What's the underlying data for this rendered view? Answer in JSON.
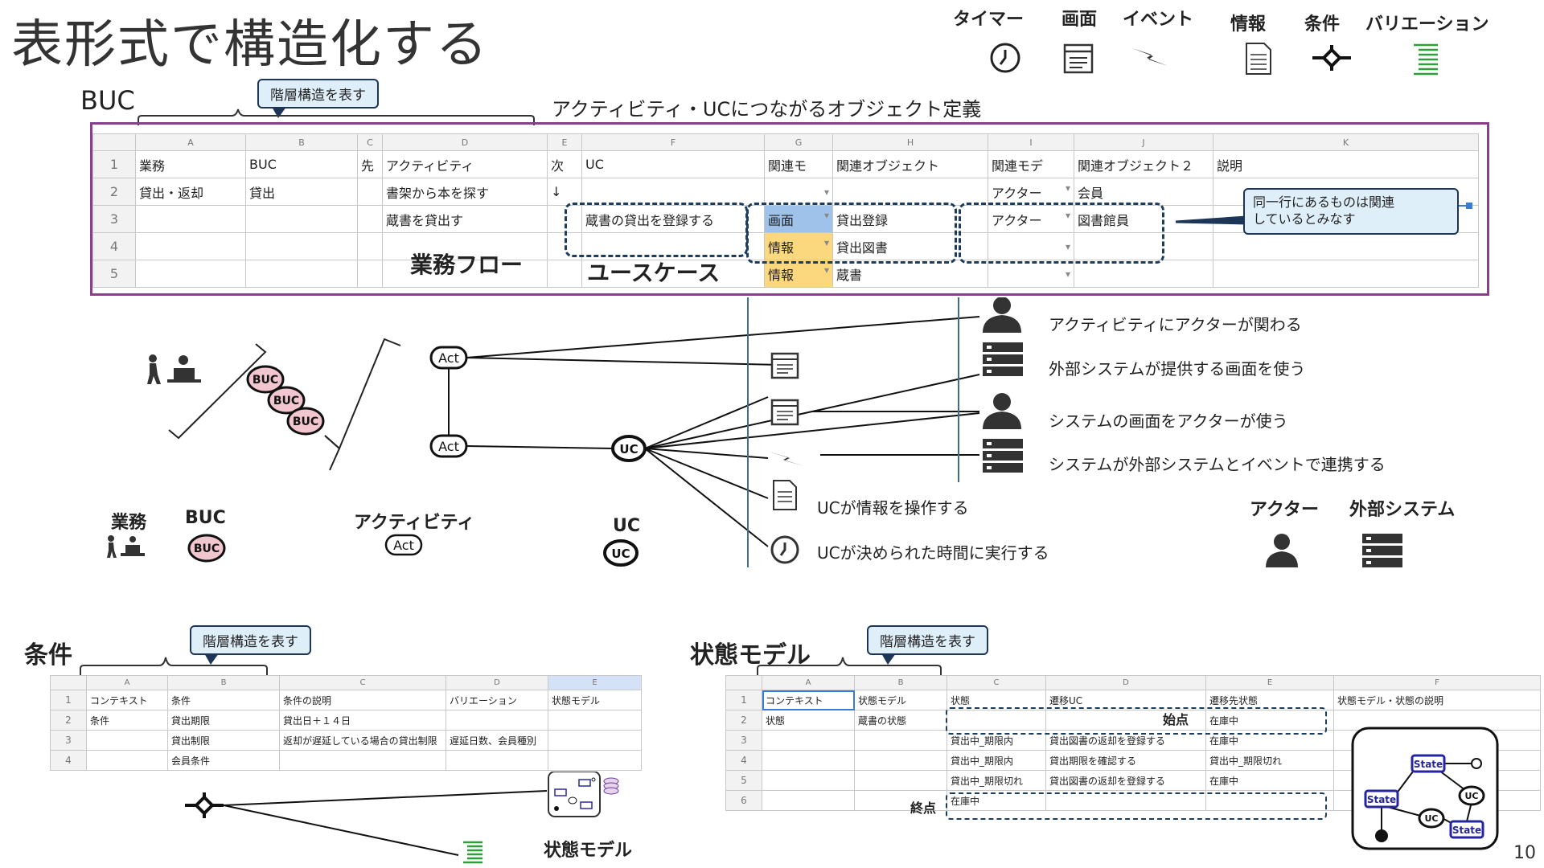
{
  "title": "表形式で構造化する",
  "page_number": "10",
  "legend": {
    "items": [
      {
        "label": "タイマー",
        "icon": "clock-icon"
      },
      {
        "label": "画面",
        "icon": "screen-icon"
      },
      {
        "label": "イベント",
        "icon": "lightning-icon"
      },
      {
        "label": "情報",
        "icon": "document-icon"
      },
      {
        "label": "条件",
        "icon": "diamond-branch-icon"
      },
      {
        "label": "バリエーション",
        "icon": "list-icon"
      }
    ],
    "variation_color": "#2e9e3b"
  },
  "top": {
    "buc_label": "BUC",
    "callout": "階層構造を表す",
    "header_note": "アクティビティ・UCにつながるオブジェクト定義",
    "table": {
      "col_letters": [
        "A",
        "B",
        "C",
        "D",
        "E",
        "F",
        "G",
        "H",
        "I",
        "J",
        "K"
      ],
      "header": [
        "業務",
        "BUC",
        "先",
        "アクティビティ",
        "次",
        "UC",
        "関連モ",
        "関連オブジェクト",
        "関連モデ",
        "関連オブジェクト２",
        "説明"
      ],
      "rows": [
        {
          "n": "2",
          "a": "貸出・返却",
          "b": "貸出",
          "d": "書架から本を探す",
          "e": "↓",
          "f": "",
          "g": "",
          "h": "",
          "i": "アクター",
          "j": "会員"
        },
        {
          "n": "3",
          "a": "",
          "b": "",
          "d": "蔵書を貸出す",
          "e": "",
          "f": "蔵書の貸出を登録する",
          "g": "画面",
          "h": "貸出登録",
          "i": "アクター",
          "j": "図書館員"
        },
        {
          "n": "4",
          "a": "",
          "b": "",
          "d": "",
          "e": "",
          "f": "",
          "g": "情報",
          "h": "貸出図書",
          "i": "",
          "j": ""
        },
        {
          "n": "5",
          "a": "",
          "b": "",
          "d": "",
          "e": "",
          "f": "",
          "g": "情報",
          "h": "蔵書",
          "i": "",
          "j": ""
        }
      ]
    },
    "overlay_gyomu_flow": "業務フロー",
    "overlay_usecase": "ユースケース",
    "callout_related": "同一行にあるものは関連\nしているとみなす"
  },
  "diagram": {
    "act_label": "Act",
    "uc_label": "UC",
    "buc_label": "BUC",
    "notes": [
      "アクティビティにアクターが関わる",
      "外部システムが提供する画面を使う",
      "システムの画面をアクターが使う",
      "システムが外部システムとイベントで連携する",
      "UCが情報を操作する",
      "UCが決められた時間に実行する"
    ],
    "bottom_labels": {
      "gyomu": "業務",
      "buc": "BUC",
      "activity": "アクティビティ",
      "uc": "UC",
      "actor": "アクター",
      "external": "外部システム"
    }
  },
  "condition": {
    "title": "条件",
    "callout": "階層構造を表す",
    "col_letters": [
      "A",
      "B",
      "C",
      "D",
      "E"
    ],
    "header": [
      "コンテキスト",
      "条件",
      "条件の説明",
      "バリエーション",
      "状態モデル"
    ],
    "rows": [
      {
        "n": "2",
        "a": "条件",
        "b": "貸出期限",
        "c": "貸出日＋１４日",
        "d": ""
      },
      {
        "n": "3",
        "a": "",
        "b": "貸出制限",
        "c": "返却が遅延している場合の貸出制限",
        "d": "遅延日数、会員種別"
      },
      {
        "n": "4",
        "a": "",
        "b": "会員条件",
        "c": "",
        "d": ""
      }
    ],
    "state_model_label": "状態モデル"
  },
  "state": {
    "title": "状態モデル",
    "callout": "階層構造を表す",
    "col_letters": [
      "A",
      "B",
      "C",
      "D",
      "E",
      "F"
    ],
    "header": [
      "コンテキスト",
      "状態モデル",
      "状態",
      "遷移UC",
      "遷移先状態",
      "状態モデル・状態の説明"
    ],
    "rows": [
      {
        "n": "2",
        "a": "状態",
        "b": "蔵書の状態",
        "c": "",
        "d": "",
        "e": "在庫中"
      },
      {
        "n": "3",
        "a": "",
        "b": "",
        "c": "貸出中_期限内",
        "d": "貸出図書の返却を登録する",
        "e": "在庫中"
      },
      {
        "n": "4",
        "a": "",
        "b": "",
        "c": "貸出中_期限内",
        "d": "貸出期限を確認する",
        "e": "貸出中_期限切れ"
      },
      {
        "n": "5",
        "a": "",
        "b": "",
        "c": "貸出中_期限切れ",
        "d": "貸出図書の返却を登録する",
        "e": "在庫中"
      },
      {
        "n": "6",
        "a": "",
        "b": "",
        "c": "在庫中",
        "d": "",
        "e": ""
      }
    ],
    "start_label": "始点",
    "end_label": "終点",
    "state_node": "State",
    "uc_node": "UC"
  }
}
